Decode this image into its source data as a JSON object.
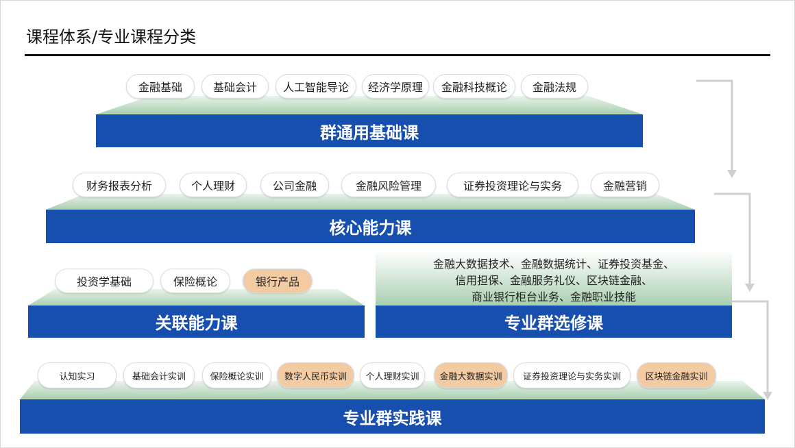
{
  "title": "课程体系/专业课程分类",
  "colors": {
    "bar": "#174fae",
    "highlight": "#f2cba2",
    "green": "#a9cfb0"
  },
  "tiers": {
    "general": {
      "label": "群通用基础课",
      "courses": [
        {
          "name": "金融基础",
          "hl": false
        },
        {
          "name": "基础会计",
          "hl": false
        },
        {
          "name": "人工智能导论",
          "hl": false
        },
        {
          "name": "经济学原理",
          "hl": false
        },
        {
          "name": "金融科技概论",
          "hl": false
        },
        {
          "name": "金融法规",
          "hl": false
        }
      ]
    },
    "core": {
      "label": "核心能力课",
      "courses": [
        {
          "name": "财务报表分析",
          "hl": false
        },
        {
          "name": "个人理财",
          "hl": false
        },
        {
          "name": "公司金融",
          "hl": false
        },
        {
          "name": "金融风险管理",
          "hl": false
        },
        {
          "name": "证券投资理论与实务",
          "hl": false
        },
        {
          "name": "金融营销",
          "hl": false
        }
      ]
    },
    "related": {
      "label": "关联能力课",
      "courses": [
        {
          "name": "投资学基础",
          "hl": false
        },
        {
          "name": "保险概论",
          "hl": false
        },
        {
          "name": "银行产品",
          "hl": true
        }
      ]
    },
    "elective": {
      "label": "专业群选修课",
      "lines": [
        "金融大数据技术、金融数据统计、证券投资基金、",
        "信用担保、金融服务礼仪、区块链金融、",
        "商业银行柜台业务、金融职业技能"
      ]
    },
    "practice": {
      "label": "专业群实践课",
      "courses": [
        {
          "name": "认知实习",
          "hl": false
        },
        {
          "name": "基础会计实训",
          "hl": false
        },
        {
          "name": "保险概论实训",
          "hl": false
        },
        {
          "name": "数字人民币实训",
          "hl": true
        },
        {
          "name": "个人理财实训",
          "hl": false
        },
        {
          "name": "金融大数据实训",
          "hl": true
        },
        {
          "name": "证券投资理论与实务实训",
          "hl": false
        },
        {
          "name": "区块链金融实训",
          "hl": true
        }
      ]
    }
  }
}
